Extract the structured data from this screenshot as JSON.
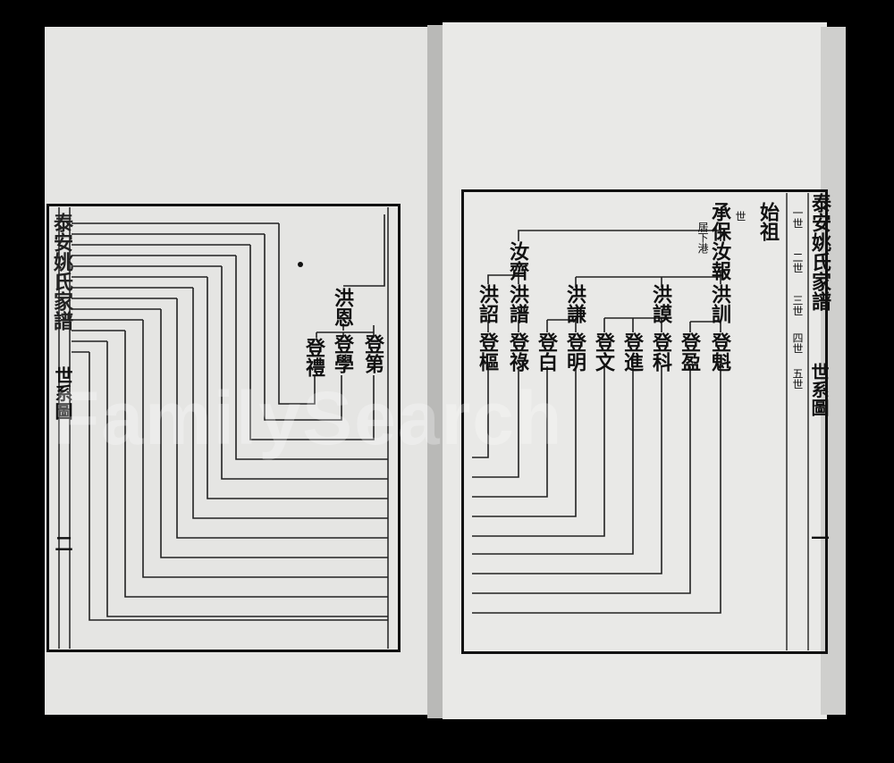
{
  "watermark": "FamilySearch",
  "left_page": {
    "spine_title": "泰安姚氏家譜",
    "spine_section": "世系圖",
    "spine_folio": "二",
    "gen5_name": "洪恩",
    "gen6_names": [
      "登第",
      "登學",
      "登禮"
    ]
  },
  "right_page": {
    "spine_title": "泰安姚氏家譜",
    "spine_section": "世系圖",
    "spine_folio": "一",
    "generation_labels": [
      "一世",
      "二世",
      "三世",
      "四世",
      "五世"
    ],
    "founder_label": "始祖",
    "gen1": {
      "name": "承保",
      "note_shi": "世",
      "note_residence": "居下港"
    },
    "gen2": [
      "汝報",
      "汝齊"
    ],
    "gen3": [
      "洪訓",
      "洪謨",
      "洪謙",
      "洪譜",
      "洪詔"
    ],
    "gen4": [
      "登魁",
      "登盈",
      "登科",
      "登進",
      "登文",
      "登明",
      "登白",
      "登祿",
      "登樞"
    ]
  }
}
